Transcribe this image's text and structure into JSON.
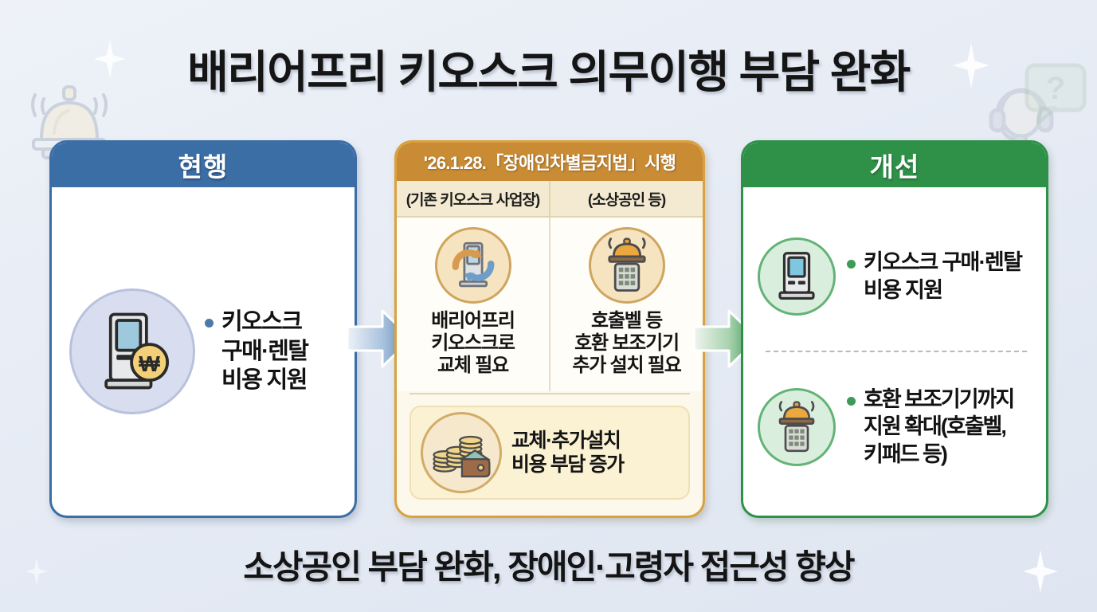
{
  "title": "배리어프리 키오스크 의무이행 부담 완화",
  "caption": "소상공인 부담 완화, 장애인·고령자 접근성 향상",
  "panels": {
    "current": {
      "header": "현행",
      "item": {
        "line1": "키오스크",
        "line2": "구매·렌탈",
        "line3": "비용 지원"
      },
      "icon": "kiosk-won-icon",
      "accent": "#3b6ea5"
    },
    "law": {
      "header": "'26.1.28.「장애인차별금지법」시행",
      "subheads": [
        "(기존 키오스크 사업장)",
        "(소상공인 등)"
      ],
      "columns": [
        {
          "icon": "kiosk-replace-icon",
          "line1": "배리어프리",
          "line2": "키오스크로",
          "line3": "교체 필요"
        },
        {
          "icon": "callbell-keypad-icon",
          "line1": "호출벨 등",
          "line2": "호환 보조기기",
          "line3": "추가 설치 필요"
        }
      ],
      "cost_box": {
        "icon": "coins-wallet-icon",
        "line1": "교체·추가설치",
        "line2": "비용 부담 증가"
      },
      "accent": "#c98b34"
    },
    "improve": {
      "header": "개선",
      "items": [
        {
          "icon": "kiosk-icon",
          "line1": "키오스크 구매·렌탈",
          "line2": "비용 지원",
          "line3": ""
        },
        {
          "icon": "callbell-keypad-icon",
          "line1": "호환 보조기기까지",
          "line2": "지원 확대(호출벨,",
          "line3": "키패드 등)"
        }
      ],
      "accent": "#2f9148"
    }
  },
  "arrows": {
    "first": "arrow-right-blue",
    "second": "arrow-right-green"
  },
  "decorations": {
    "bell": "call-bell-decoration",
    "agent": "headset-agent-decoration",
    "question": "question-bubble-decoration"
  }
}
